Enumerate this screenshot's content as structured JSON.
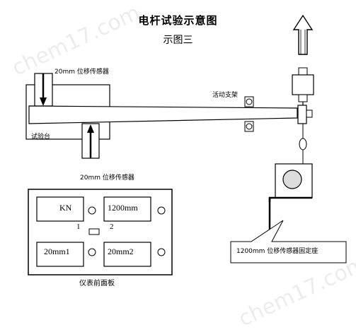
{
  "title": "电杆试验示意图",
  "subtitle": "示图三",
  "labels": {
    "sensor_top": "20mm 位移传感器",
    "sensor_bottom": "20mm 位移传感器",
    "test_bench": "试验台",
    "movable_support": "活动支架",
    "fixed_seat": "1200mm 位移传感器固定座"
  },
  "panel": {
    "caption": "仪表前面板",
    "displays": [
      "KN",
      "1200mm",
      "20mm1",
      "20mm2"
    ],
    "switch_labels": [
      "1",
      "2"
    ]
  },
  "watermark": "chem17.com",
  "colors": {
    "stroke": "#000000",
    "sensor_fill": "#dcdcdc",
    "background": "#ffffff"
  }
}
